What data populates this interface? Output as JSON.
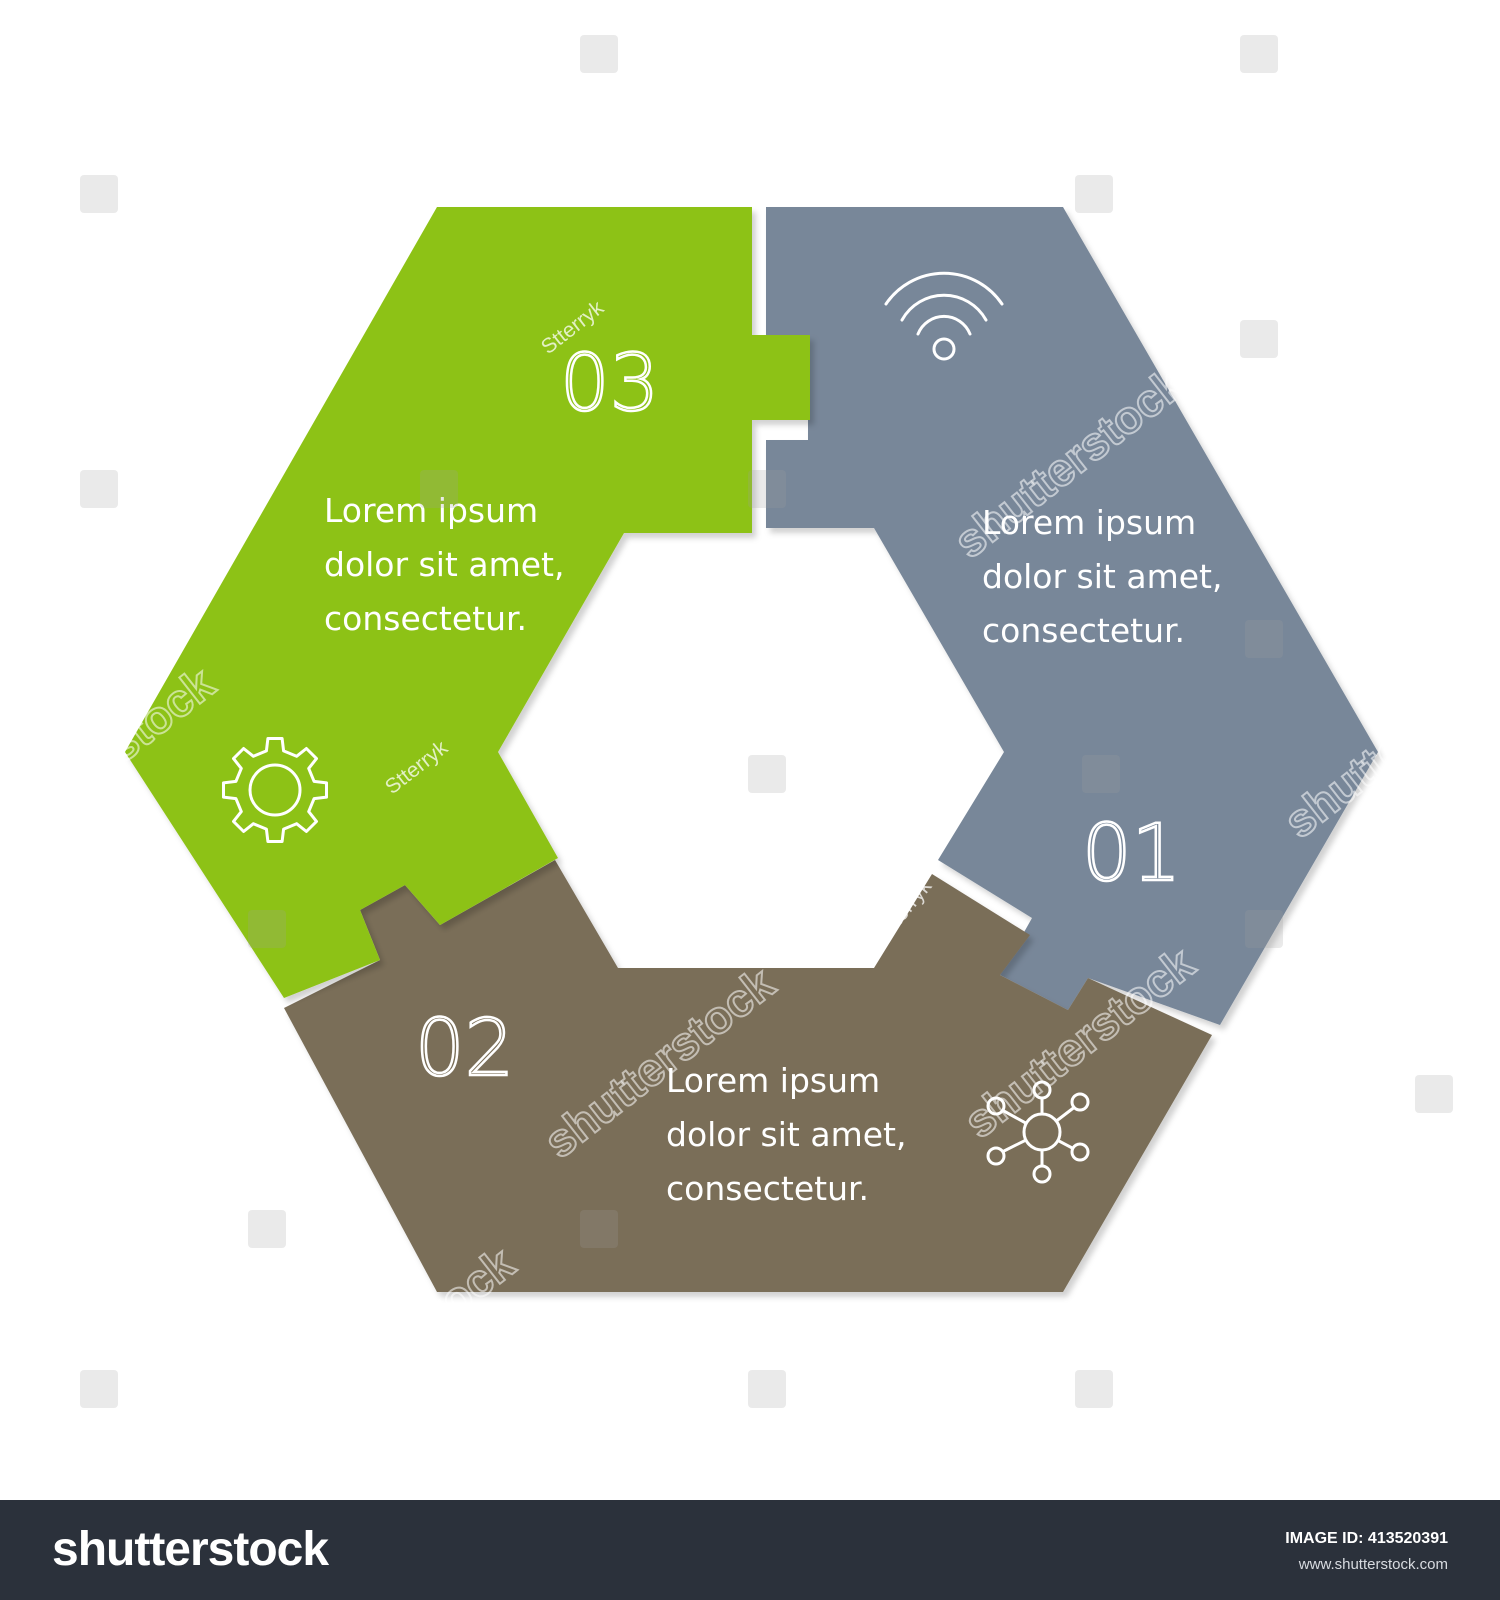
{
  "colors": {
    "green": "#8dc213",
    "slate": "#788799",
    "brown": "#7a6e58",
    "footer": "#2b313b"
  },
  "segments": [
    {
      "number": "01",
      "color": "#788799",
      "icon": "wifi-icon",
      "text_lines": [
        "Lorem ipsum",
        "dolor sit amet,",
        "consectetur."
      ]
    },
    {
      "number": "02",
      "color": "#7a6e58",
      "icon": "network-icon",
      "text_lines": [
        "Lorem ipsum",
        "dolor sit amet,",
        "consectetur."
      ]
    },
    {
      "number": "03",
      "color": "#8dc213",
      "icon": "gear-icon",
      "text_lines": [
        "Lorem ipsum",
        "dolor sit amet,",
        "consectetur."
      ]
    }
  ],
  "signatures": [
    "Stterryk",
    "Stterryk",
    "Stterryk"
  ],
  "watermark": {
    "text": "shutterstock"
  },
  "footer": {
    "brand": "shutterstock",
    "image_id": "IMAGE ID: 413520391",
    "site": "www.shutterstock.com"
  }
}
